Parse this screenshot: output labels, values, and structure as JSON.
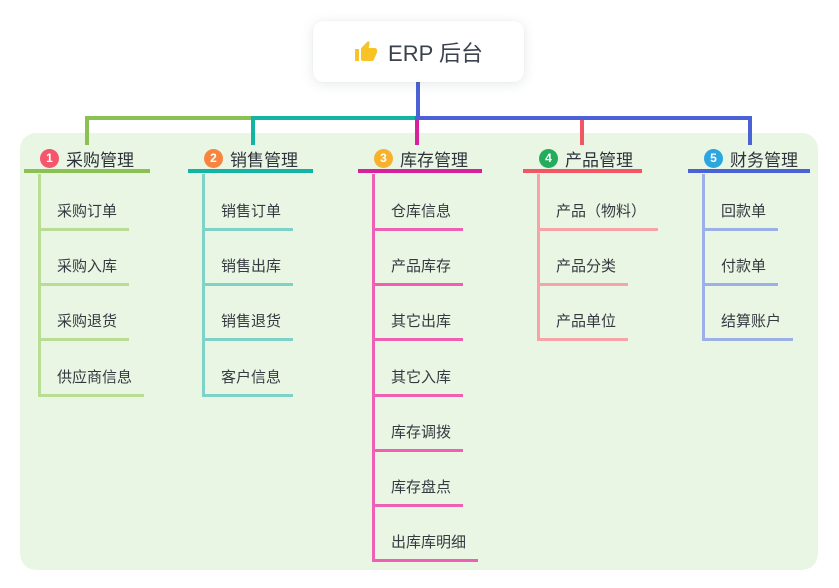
{
  "canvas": {
    "background": "#ffffff",
    "panel_color": "#eaf6e4"
  },
  "root": {
    "label": "ERP 后台",
    "icon": "thumbs-up-icon",
    "line_color": "#4a62d6"
  },
  "branches": [
    {
      "index": "1",
      "label": "采购管理",
      "badge_color": "#f5566b",
      "line_color": "#8bc152",
      "child_line_color": "#b9dd94",
      "children": [
        "采购订单",
        "采购入库",
        "采购退货",
        "供应商信息"
      ]
    },
    {
      "index": "2",
      "label": "销售管理",
      "badge_color": "#f7853f",
      "line_color": "#14b4a5",
      "child_line_color": "#7fd2c8",
      "children": [
        "销售订单",
        "销售出库",
        "销售退货",
        "客户信息"
      ]
    },
    {
      "index": "3",
      "label": "库存管理",
      "badge_color": "#f6b12f",
      "line_color": "#d6219c",
      "child_line_color": "#ef5fb4",
      "children": [
        "仓库信息",
        "产品库存",
        "其它出库",
        "其它入库",
        "库存调拨",
        "库存盘点",
        "出库库明细"
      ]
    },
    {
      "index": "4",
      "label": "产品管理",
      "badge_color": "#23ac5b",
      "line_color": "#f25563",
      "child_line_color": "#f8a3a8",
      "children": [
        "产品（物料）",
        "产品分类",
        "产品单位"
      ]
    },
    {
      "index": "5",
      "label": "财务管理",
      "badge_color": "#2ba6e0",
      "line_color": "#4a62d6",
      "child_line_color": "#9cafe6",
      "children": [
        "回款单",
        "付款单",
        "结算账户"
      ]
    }
  ]
}
